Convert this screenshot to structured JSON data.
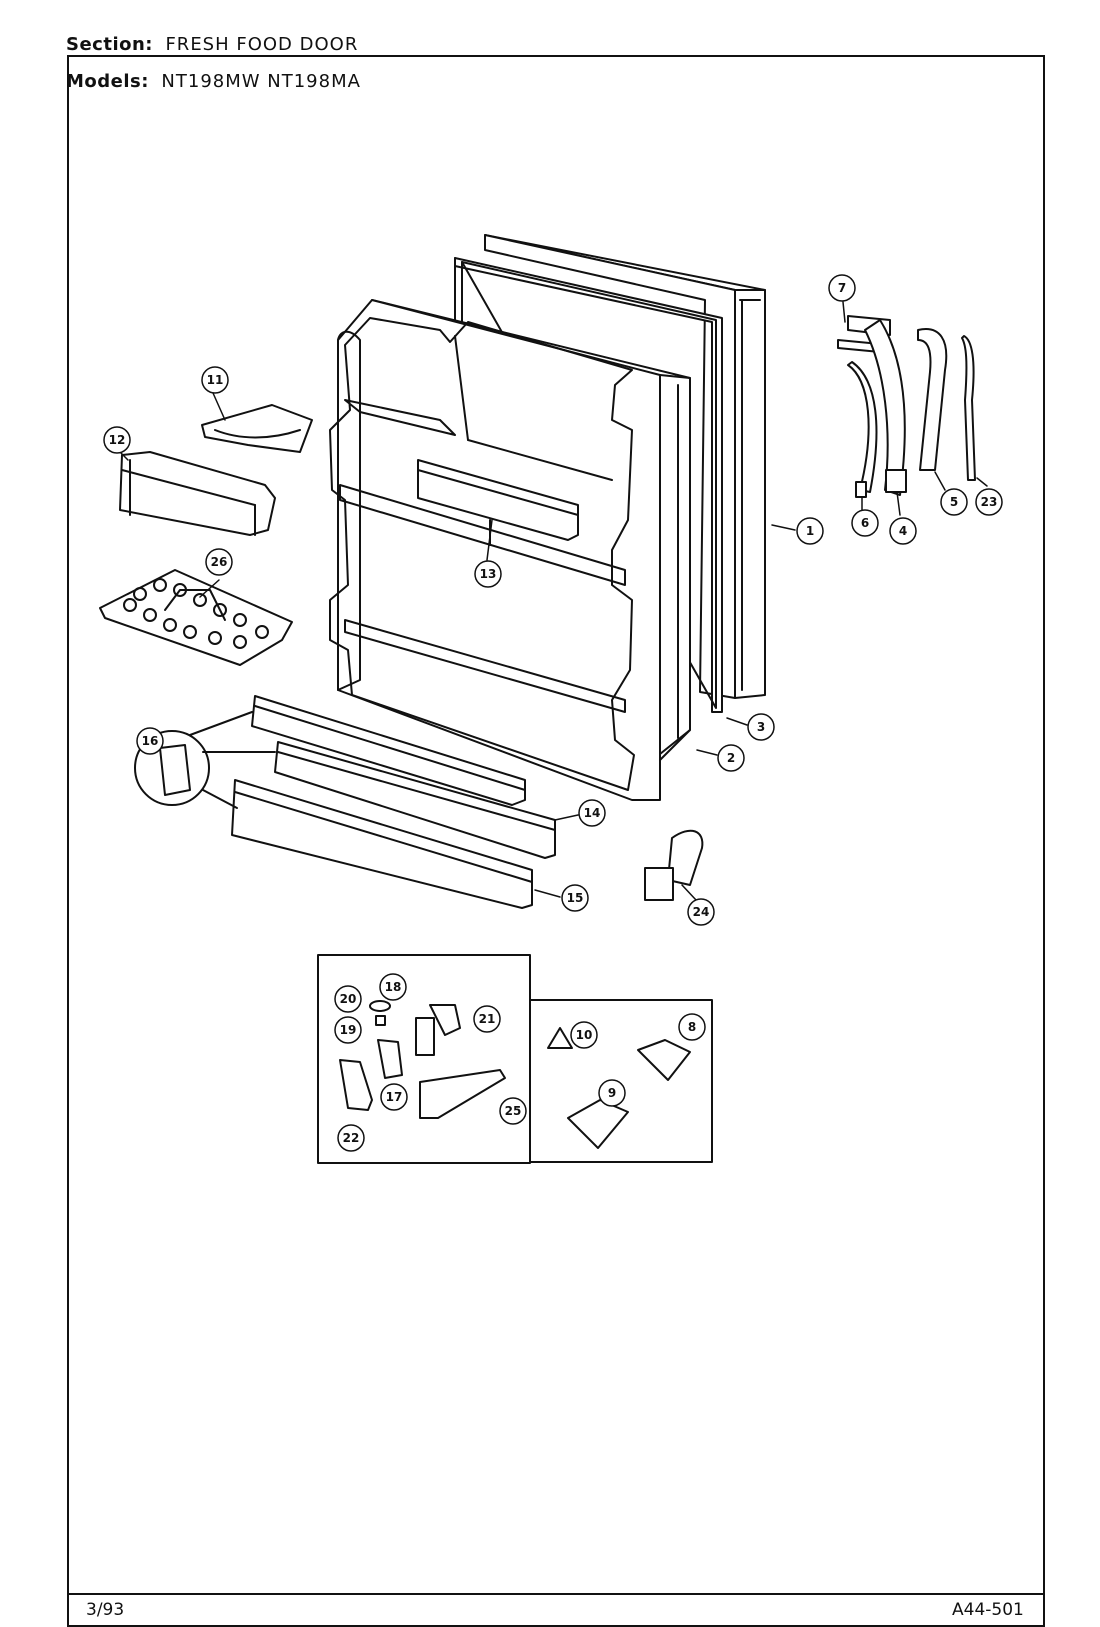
{
  "header": {
    "section_label": "Section:",
    "section_value": "FRESH FOOD DOOR",
    "models_label": "Models:",
    "models_value": "NT198MW NT198MA"
  },
  "footer": {
    "date": "3/93",
    "code": "A44-501"
  },
  "callouts": {
    "c1": "1",
    "c2": "2",
    "c3": "3",
    "c4": "4",
    "c5": "5",
    "c6": "6",
    "c7": "7",
    "c8": "8",
    "c9": "9",
    "c10": "10",
    "c11": "11",
    "c12": "12",
    "c13": "13",
    "c14": "14",
    "c15": "15",
    "c16": "16",
    "c17": "17",
    "c18": "18",
    "c19": "19",
    "c20": "20",
    "c21": "21",
    "c22": "22",
    "c23": "23",
    "c24": "24",
    "c25": "25",
    "c26": "26"
  }
}
